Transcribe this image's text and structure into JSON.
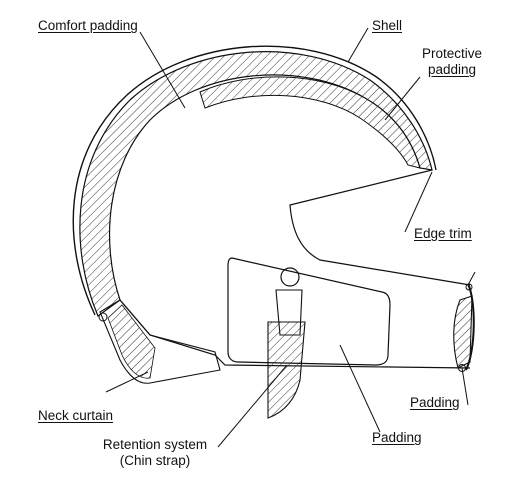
{
  "labels": {
    "comfort_padding": "Comfort padding",
    "shell": "Shell",
    "protective_padding_line1": "Protective",
    "protective_padding_line2": "padding",
    "edge_trim": "Edge trim",
    "neck_curtain": "Neck curtain",
    "padding_right": "Padding",
    "retention_line1": "Retention system",
    "retention_line2": "(Chin strap)",
    "padding_bottom": "Padding"
  },
  "colors": {
    "line": "#111111",
    "background": "#ffffff"
  }
}
